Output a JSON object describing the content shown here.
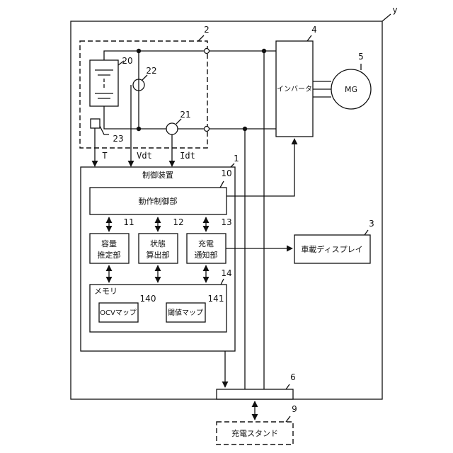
{
  "figure_label": "y",
  "components": {
    "battery_pack": {
      "ref": "2"
    },
    "cells": {
      "ref": "20"
    },
    "voltage_sensor": {
      "ref": "22"
    },
    "current_sensor": {
      "ref": "21"
    },
    "temp_sensor": {
      "ref": "23"
    },
    "inverter": {
      "ref": "4",
      "label": "インバータ"
    },
    "motor": {
      "ref": "5",
      "label": "MG"
    },
    "control_device": {
      "ref": "1",
      "label": "制御装置"
    },
    "operation_control": {
      "ref": "10",
      "label": "動作制御部"
    },
    "capacity_estimation": {
      "ref": "11",
      "label_line1": "容量",
      "label_line2": "推定部"
    },
    "state_calculation": {
      "ref": "12",
      "label_line1": "状態",
      "label_line2": "算出部"
    },
    "charge_notification": {
      "ref": "13",
      "label_line1": "充電",
      "label_line2": "通知部"
    },
    "memory": {
      "ref": "14",
      "label": "メモリ"
    },
    "ocv_map": {
      "ref": "140",
      "label": "OCVマップ"
    },
    "threshold_map": {
      "ref": "141",
      "label": "閾値マップ"
    },
    "display": {
      "ref": "3",
      "label": "車載ディスプレイ"
    },
    "connector": {
      "ref": "6"
    },
    "charging_stand": {
      "ref": "9",
      "label": "充電スタンド"
    }
  },
  "signals": {
    "temperature": "T",
    "voltage": "Vdt",
    "current": "Idt"
  }
}
